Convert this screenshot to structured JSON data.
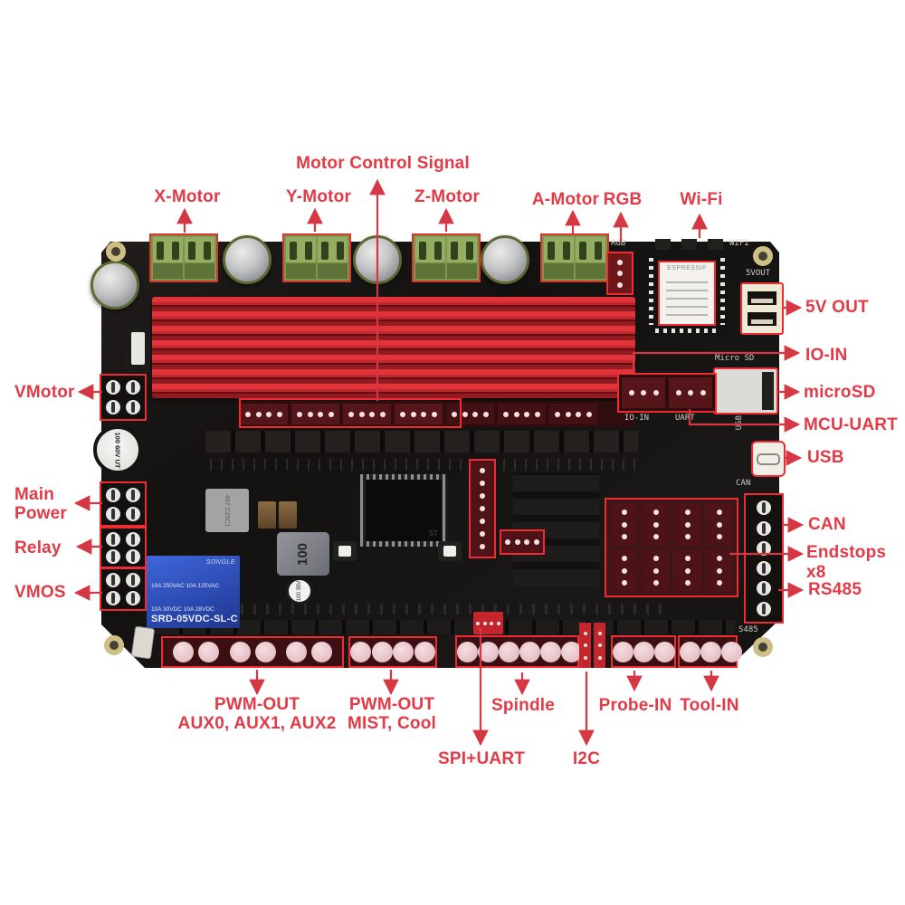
{
  "figure": {
    "kind": "annotated circuit board diagram",
    "subject": "CNC controller board with labeled ports and connectors"
  },
  "colors": {
    "label_red": "#e23a46",
    "highlight_red": "#ef2b33",
    "pcb_black": "#161412",
    "heatsink_red": "#c0262c",
    "terminal_green": "#7d9750",
    "relay_blue": "#2b4ab0",
    "background": "#ffffff"
  },
  "callouts": {
    "motor_control_signal": "Motor Control Signal",
    "x_motor": "X-Motor",
    "y_motor": "Y-Motor",
    "z_motor": "Z-Motor",
    "a_motor": "A-Motor",
    "rgb": "RGB",
    "wifi": "Wi-Fi",
    "v5_out": "5V OUT",
    "io_in": "IO-IN",
    "microsd": "microSD",
    "mcu_uart": "MCU-UART",
    "usb": "USB",
    "can": "CAN",
    "endstops": "Endstops",
    "endstops_x8": "x8",
    "rs485": "RS485",
    "vmotor": "VMotor",
    "main": "Main",
    "power": "Power",
    "relay": "Relay",
    "vmos": "VMOS",
    "pwm_out_a": "PWM-OUT",
    "pwm_aux": "AUX0, AUX1, AUX2",
    "pwm_out_b": "PWM-OUT",
    "pwm_mist": "MIST, Cool",
    "spindle": "Spindle",
    "probe_in": "Probe-IN",
    "tool_in": "Tool-IN",
    "spi_uart": "SPI+UART",
    "i2c": "I2C"
  },
  "silkscreen": {
    "rgb": "RGB",
    "wifi": "WIFI",
    "v5out": "5VOUT",
    "micro_sd": "Micro SD",
    "usb": "USB",
    "io_in": "IO-IN",
    "uart": "UART",
    "can": "CAN",
    "s485": "S485"
  },
  "components": {
    "esp_brand": "ESPRESSIF",
    "inductor_value": "100",
    "cap_small": "100 35V",
    "cap_main": "100 60V UT",
    "buck_chip": "487 C25C1",
    "mcu_logo": "ST",
    "relay_brand": "SONGLE",
    "relay_spec1": "10A 250VAC 10A 125VAC",
    "relay_spec2": "10A 30VDC 10A 28VDC",
    "relay_model": "SRD-05VDC-SL-C"
  }
}
